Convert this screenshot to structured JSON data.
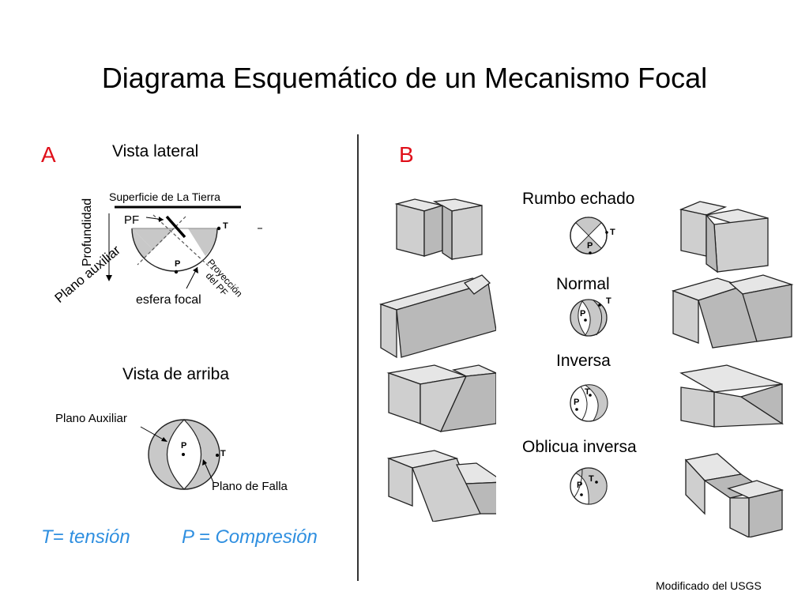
{
  "title": "Diagrama Esquemático de un Mecanismo Focal",
  "panel_a": {
    "letter": "A",
    "side_view": {
      "heading": "Vista lateral",
      "surface_label": "Superficie de La Tierra",
      "pf_label": "PF",
      "depth_label": "Profundidad",
      "aux_plane_label": "Plano auxiliar",
      "focal_sphere_label": "esfera focal",
      "projection_label_1": "Proyección",
      "projection_label_2": "del PF",
      "t_label": "T",
      "p_label": "P"
    },
    "top_view": {
      "heading": "Vista de arriba",
      "aux_plane_label": "Plano Auxiliar",
      "fault_plane_label": "Plano de Falla",
      "t_label": "T",
      "p_label": "P"
    }
  },
  "legend": {
    "tension": "T= tensión",
    "compression": "P = Compresión"
  },
  "panel_b": {
    "letter": "B",
    "rows": [
      {
        "label": "Rumbo echado"
      },
      {
        "label": "Normal"
      },
      {
        "label": "Inversa"
      },
      {
        "label": "Oblicua inversa"
      }
    ],
    "t_label": "T",
    "p_label": "P"
  },
  "credit": "Modificado del USGS",
  "colors": {
    "title_text": "#000000",
    "panel_letter": "#e0101a",
    "legend_text": "#2f8fe0",
    "shade": "#c8c8c8"
  }
}
